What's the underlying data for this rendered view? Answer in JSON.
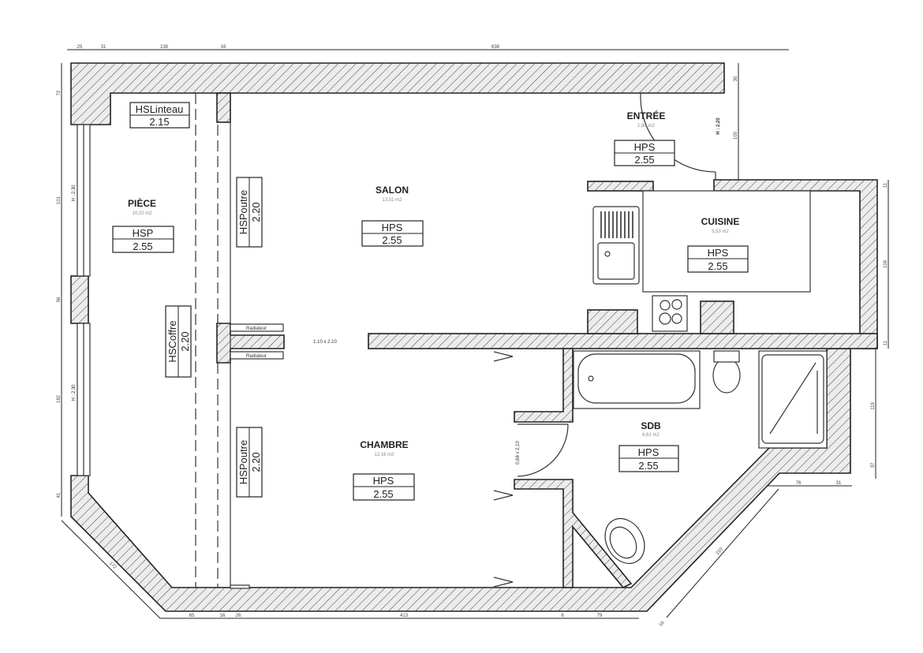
{
  "rooms": {
    "piece": {
      "name": "PIÈCE",
      "area": "10,10 m2",
      "label": "HSP",
      "height": "2.55"
    },
    "salon": {
      "name": "SALON",
      "area": "13,51 m2",
      "label": "HPS",
      "height": "2.55"
    },
    "entree": {
      "name": "ENTRÉE",
      "area": "1,80 m2",
      "label": "HPS",
      "height": "2.55"
    },
    "cuisine": {
      "name": "CUISINE",
      "area": "5,53 m2",
      "label": "HPS",
      "height": "2.55"
    },
    "chambre": {
      "name": "CHAMBRE",
      "area": "12,16 m2",
      "label": "HPS",
      "height": "2.55"
    },
    "sdb": {
      "name": "SDB",
      "area": "6,61 m2",
      "label": "HPS",
      "height": "2.55"
    }
  },
  "special_heights": {
    "linteau": {
      "label": "HSLinteau",
      "value": "2.15"
    },
    "poutre1": {
      "label": "HSPoutre",
      "value": "2.20"
    },
    "coffre": {
      "label": "HSCoffre",
      "value": "2.20"
    },
    "poutre2": {
      "label": "HSPoutre",
      "value": "2.20"
    }
  },
  "annotations": {
    "radiator": "Radiateur",
    "opening": "1.10 x 2.10",
    "door_sdb": "0,68 x 2,10",
    "entry_height": "H : 2.20",
    "window_height": "H : 2.30"
  },
  "dimensions": {
    "top": [
      "25",
      "31",
      "138",
      "16",
      "638"
    ],
    "left": [
      "72",
      "101",
      "56",
      "182",
      "41"
    ],
    "right_entry": [
      "30",
      "100"
    ],
    "right_kitchen": [
      "11",
      "109",
      "11"
    ],
    "right_sdb": [
      "119",
      "37"
    ],
    "bottom": [
      "65",
      "16",
      "26",
      "413",
      "6",
      "79"
    ],
    "bottom_right": [
      "76",
      "31"
    ],
    "diag_left": "172",
    "diag_right": "210",
    "diag_small": "16"
  }
}
